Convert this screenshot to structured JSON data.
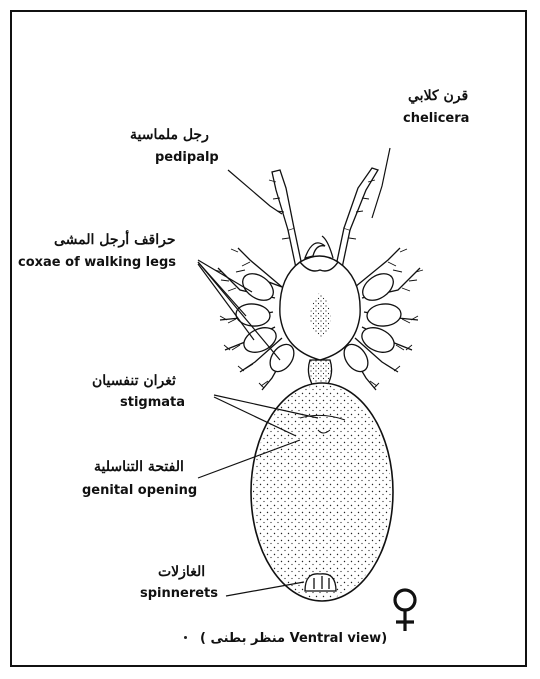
{
  "labels": {
    "chelicera": {
      "ar": "قرن كلابي",
      "en": "chelicera"
    },
    "pedipalp": {
      "ar": "رجل ملماسية",
      "en": "pedipalp"
    },
    "coxae": {
      "ar": "حراقف أرجل المشى",
      "en": "coxae of walking legs"
    },
    "stigmata": {
      "ar": "ثغران تنفسيان",
      "en": "stigmata"
    },
    "genital_opening": {
      "ar": "الفتحة التناسلية",
      "en": "genital opening"
    },
    "spinnerets": {
      "ar": "الغازلات",
      "en": "spinnerets"
    }
  },
  "caption": "( منظر بطنى Ventral view)",
  "icons": {
    "sex_symbol": "female-symbol-icon"
  },
  "colors": {
    "ink": "#111111",
    "background": "#ffffff"
  }
}
